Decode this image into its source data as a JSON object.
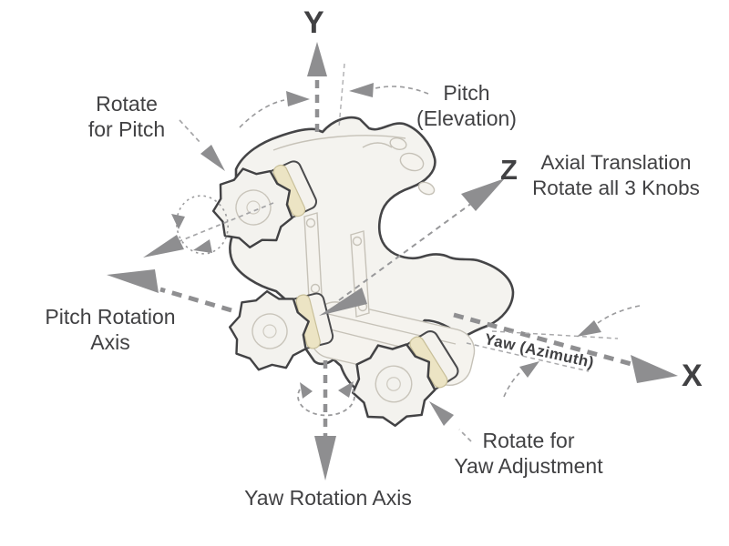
{
  "diagram": {
    "axis_labels": {
      "x": "X",
      "y": "Y",
      "z": "Z"
    },
    "annotations": {
      "rotate_for_pitch": {
        "line1": "Rotate",
        "line2": "for Pitch"
      },
      "pitch_elevation": {
        "line1": "Pitch",
        "line2": "(Elevation)"
      },
      "axial_translation": {
        "line1": "Axial Translation",
        "line2": "Rotate all 3 Knobs"
      },
      "pitch_rotation_axis": {
        "line1": "Pitch Rotation",
        "line2": "Axis"
      },
      "rotate_for_yaw": {
        "line1": "Rotate for",
        "line2": "Yaw Adjustment"
      },
      "yaw_rotation_axis": {
        "label": "Yaw Rotation Axis"
      },
      "yaw_azimuth": {
        "label": "Yaw (Azimuth)"
      }
    },
    "illustration": {
      "subject": "three-knob kinematic mount",
      "knobs": [
        "pitch-adjust-knob",
        "lower-left-knob",
        "yaw-adjust-knob"
      ]
    },
    "colors": {
      "background": "#ffffff",
      "text": "#414143",
      "arrow_gray": "#8e8e90",
      "dash_gray": "#9a9a9c",
      "mount_outline": "#454547",
      "mount_fill": "#f4f3ef",
      "knob_ring_cream": "#ece4c4",
      "detail_line": "#c6c2b8"
    }
  }
}
